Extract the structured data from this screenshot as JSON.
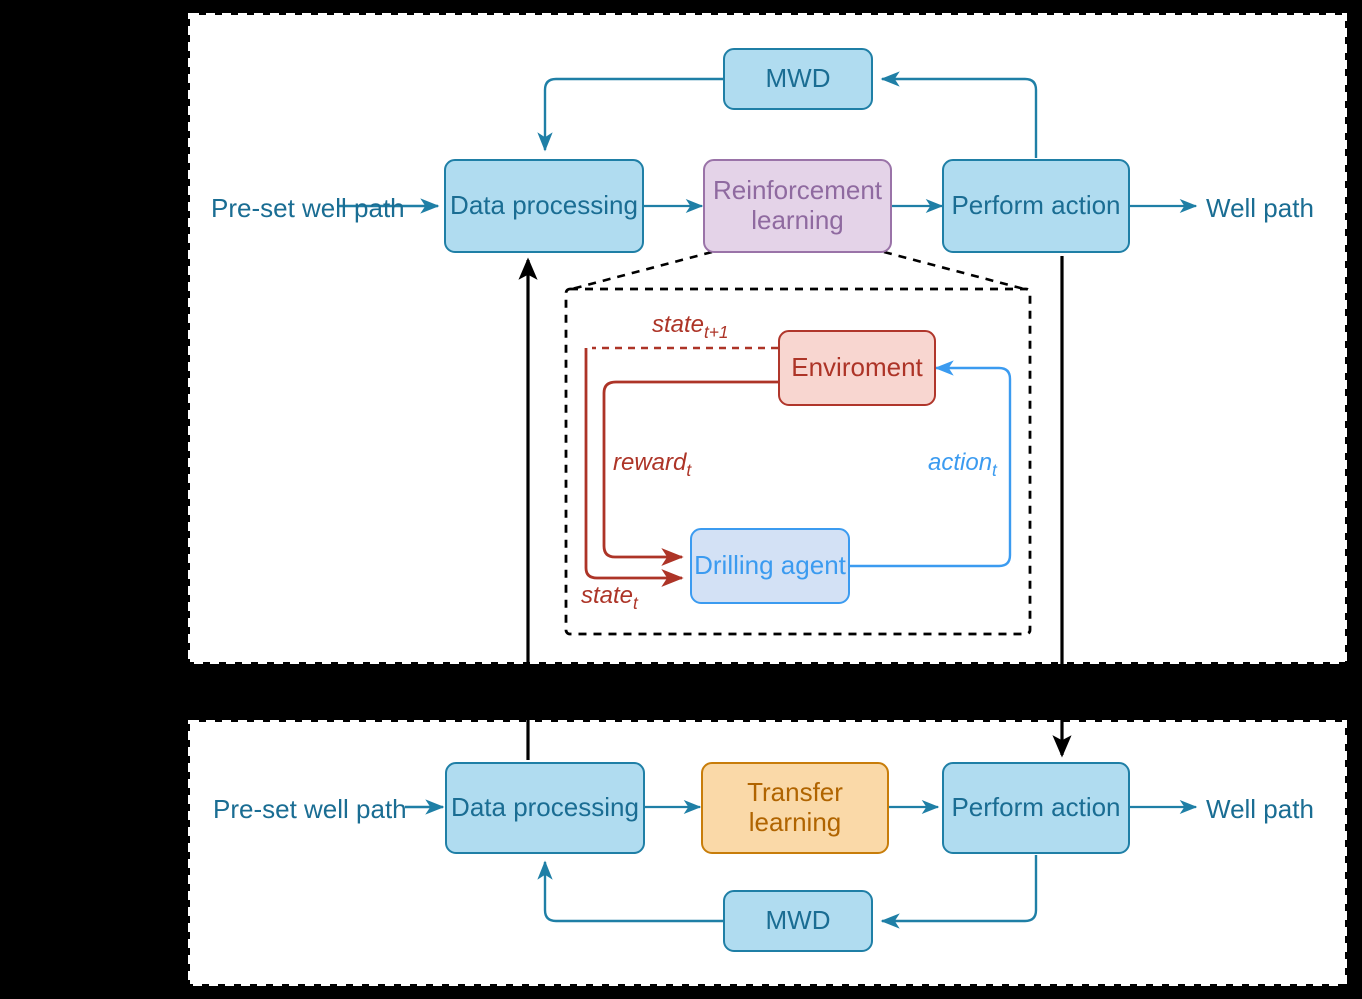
{
  "diagram": {
    "title": "Reinforcement learning and transfer learning drilling workflows",
    "background_color": "#000000",
    "panel_background": "#ffffff",
    "colors": {
      "blue_fill": "#b0dcf0",
      "blue_stroke": "#1f7fa6",
      "purple_fill": "#e4d3e8",
      "purple_stroke": "#9a73a8",
      "orange_fill": "#fad9a8",
      "orange_stroke": "#c87d0a",
      "red_fill": "#f8d6d0",
      "red_stroke": "#b0362b",
      "agent_fill": "#d3e1f5",
      "agent_stroke": "#3b9bf0",
      "connector_black": "#000000"
    }
  },
  "top_panel": {
    "name": "reinforcement-learning-workflow",
    "input_label": "Pre-set well path",
    "output_label": "Well path",
    "nodes": {
      "mwd": "MWD",
      "data_processing": "Data processing",
      "learning": "Reinforcement\nlearning",
      "perform_action": "Perform action"
    },
    "detail_box": {
      "name": "rl-detail-callout",
      "nodes": {
        "environment": "Enviroment",
        "agent": "Drilling agent"
      },
      "edge_labels": {
        "state_next": "state",
        "state_next_sub": "t+1",
        "reward": "reward",
        "reward_sub": "t",
        "state": "state",
        "state_sub": "t",
        "action": "action",
        "action_sub": "t"
      }
    }
  },
  "bottom_panel": {
    "name": "transfer-learning-workflow",
    "input_label": "Pre-set well path",
    "output_label": "Well path",
    "nodes": {
      "mwd": "MWD",
      "data_processing": "Data processing",
      "learning": "Transfer\nlearning",
      "perform_action": "Perform action"
    }
  }
}
